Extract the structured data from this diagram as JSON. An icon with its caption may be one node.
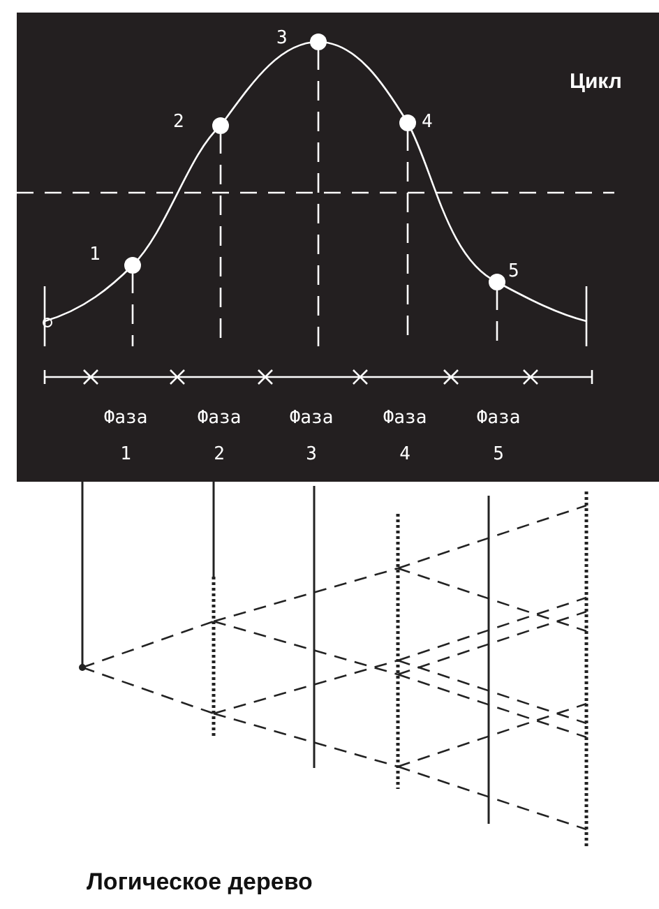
{
  "diagram": {
    "caption": "Логическое дерево",
    "labels": [
      "3",
      "Цикл",
      "2",
      "4",
      "1",
      "5",
      "Фаза 1",
      "Фаза 2",
      "Фаза 3",
      "Фаза 4",
      "Фаза 5"
    ]
  }
}
